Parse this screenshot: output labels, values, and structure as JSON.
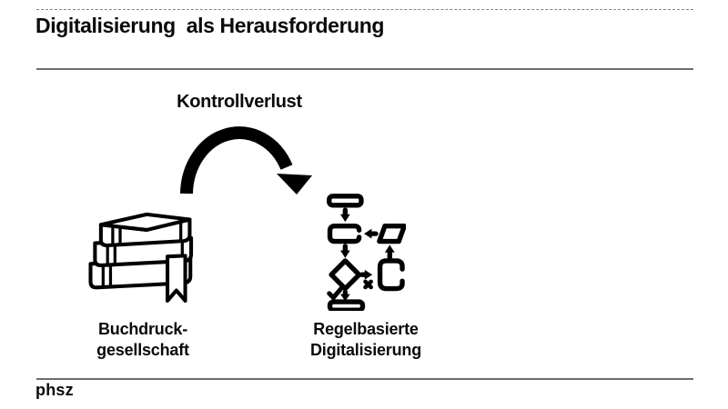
{
  "slide": {
    "title": "Digitalisierung  als Herausforderung",
    "footer": {
      "logo": "phsz"
    },
    "diagram": {
      "arrow_label": "Kontrollverlust",
      "arrow_direction": "left-to-right",
      "left_item": {
        "icon": "books-stack-icon",
        "label": "Buchdruck-\ngesellschaft"
      },
      "right_item": {
        "icon": "flowchart-icon",
        "label": "Regelbasierte\nDigitalisierung"
      }
    },
    "colors": {
      "ink": "#000000",
      "rule_gray": "#6d6d6d",
      "background": "#ffffff"
    }
  }
}
